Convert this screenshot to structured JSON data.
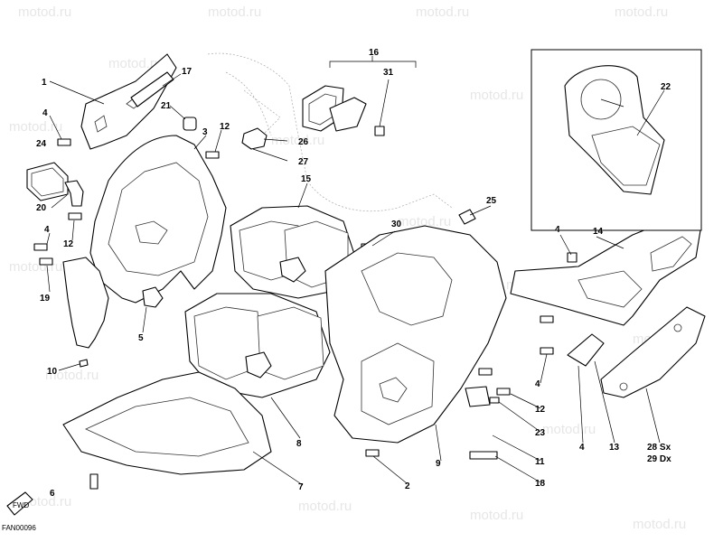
{
  "diagram": {
    "code": "FAN00096",
    "fwd_label": "FWD",
    "watermark": "motod.ru",
    "group_labels": {
      "l16": "16",
      "l28": "28 Sx",
      "l29": "29 Dx"
    },
    "callouts": [
      {
        "id": "c1",
        "text": "1"
      },
      {
        "id": "c17",
        "text": "17"
      },
      {
        "id": "c4a",
        "text": "4"
      },
      {
        "id": "c21",
        "text": "21"
      },
      {
        "id": "c12a",
        "text": "12"
      },
      {
        "id": "c24",
        "text": "24"
      },
      {
        "id": "c3",
        "text": "3"
      },
      {
        "id": "c26",
        "text": "26"
      },
      {
        "id": "c27",
        "text": "27"
      },
      {
        "id": "c20",
        "text": "20"
      },
      {
        "id": "c4b",
        "text": "4"
      },
      {
        "id": "c12b",
        "text": "12"
      },
      {
        "id": "c19",
        "text": "19"
      },
      {
        "id": "c5",
        "text": "5"
      },
      {
        "id": "c10",
        "text": "10"
      },
      {
        "id": "c31",
        "text": "31"
      },
      {
        "id": "c15",
        "text": "15"
      },
      {
        "id": "c30",
        "text": "30"
      },
      {
        "id": "c25",
        "text": "25"
      },
      {
        "id": "c22",
        "text": "22"
      },
      {
        "id": "c4c",
        "text": "4"
      },
      {
        "id": "c14",
        "text": "14"
      },
      {
        "id": "c4d",
        "text": "4"
      },
      {
        "id": "c12c",
        "text": "12"
      },
      {
        "id": "c23",
        "text": "23"
      },
      {
        "id": "c11",
        "text": "11"
      },
      {
        "id": "c18",
        "text": "18"
      },
      {
        "id": "c9",
        "text": "9"
      },
      {
        "id": "c4e",
        "text": "4"
      },
      {
        "id": "c13",
        "text": "13"
      },
      {
        "id": "c8",
        "text": "8"
      },
      {
        "id": "c7",
        "text": "7"
      },
      {
        "id": "c2",
        "text": "2"
      },
      {
        "id": "c6",
        "text": "6"
      }
    ]
  }
}
